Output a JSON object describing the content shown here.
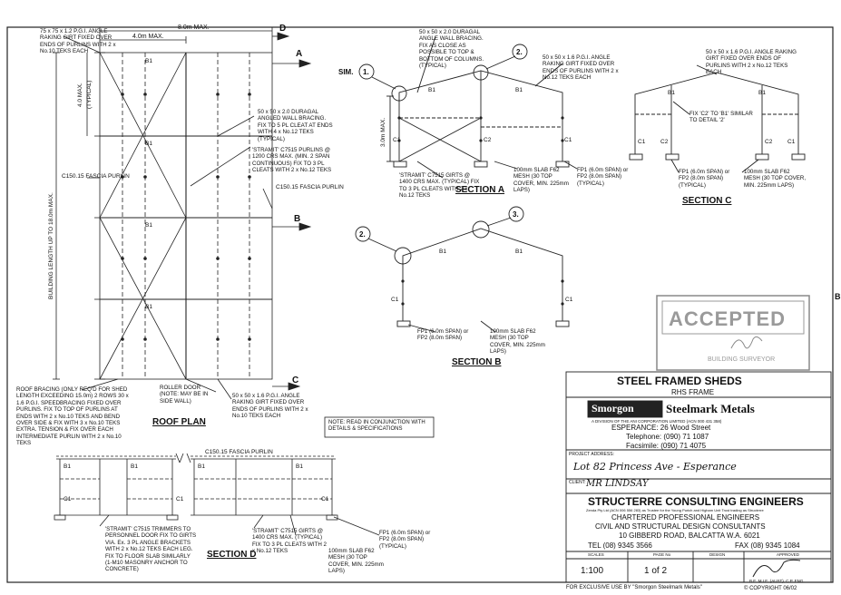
{
  "page_marker": "B",
  "plan": {
    "label": "ROOF PLAN",
    "dim_total": "8.0m MAX.",
    "dim_half": "4.0m MAX.",
    "dim_bay": "4.0 MAX.",
    "dim_bay_sub": "(TYPICAL)",
    "building_length": "BUILDING LENGTH UP TO 18.0m MAX.",
    "top_left_note": "75 x 75 x 1.2 P.G.I. ANGLE RAKING GIRT FIXED OVER ENDS OF PURLINS WITH 2 x No.10 TEKS EACH",
    "fascia_left": "C150.15 FASCIA PURLIN",
    "fascia_right": "C150.15 FASCIA PURLIN",
    "bracing_note": "50 x 50 x 2.0 DURAGAL ANGLED WALL BRACING. FIX TO 5 PL CLEAT AT ENDS WITH 4 x No.12 TEKS (TYPICAL)",
    "purlin_note": "'STRAMIT' C7515 PURLINS @ 1200 CRS MAX. (MIN. 2 SPAN CONTINUOUS) FIX TO 3 PL CLEATS WITH 2 x No.12 TEKS",
    "roof_bracing_note": "ROOF BRACING (ONLY REQ'D FOR SHED LENGTH EXCEEDING 15.0m) 2 ROWS 30 x 1.6 P.G.I. SPEEDBRACING FIXED OVER PURLINS. FIX TO TOP OF PURLINS AT ENDS WITH 2 x No.10 TEKS AND BEND OVER SIDE & FIX WITH 3 x No.10 TEKS EXTRA. TENSION & FIX OVER EACH INTERMEDIATE PURLIN WITH 2 x No.10 TEKS",
    "roller_door": "ROLLER DOOR (NOTE: MAY BE IN SIDE WALL)",
    "raking_note": "50 x 50 x 1.6 P.G.I. ANGLE RAKING GIRT FIXED OVER ENDS OF PURLINS WITH 2 x No.10 TEKS EACH",
    "section_marks": [
      "A",
      "B",
      "C",
      "D"
    ],
    "bay_label": "B1"
  },
  "section_a": {
    "label": "SECTION A",
    "sim": "SIM.",
    "detail_1": "1.",
    "detail_2": "2.",
    "height": "3.0m MAX.",
    "bracing_note": "50 x 50 x 2.0 DURAGAL ANGLE WALL BRACING. FIX AS CLOSE AS POSSIBLE TO TOP & BOTTOM OF COLUMNS. (TYPICAL)",
    "raking_note": "50 x 50 x 1.6 P.G.I. ANGLE RAKING GIRT FIXED OVER ENDS OF PURLINS WITH 2 x No.12 TEKS EACH",
    "girts_note": "'STRAMIT' C7515 GIRTS @ 1400 CRS MAX. (TYPICAL) FIX TO 3 PL CLEATS WITH 2 x No.12 TEKS",
    "slab_note": "100mm SLAB F62 MESH (30 TOP COVER, MIN. 225mm LAPS)",
    "footing_note": "FP1 (6.0m SPAN) or FP2 (8.0m SPAN) (TYPICAL)"
  },
  "section_b": {
    "label": "SECTION B",
    "detail_2": "2.",
    "detail_3": "3.",
    "footing_note": "FP1 (6.0m SPAN) or FP2 (8.0m SPAN)",
    "slab_note": "100mm SLAB F62 MESH (30 TOP COVER, MIN. 225mm LAPS)"
  },
  "section_c": {
    "label": "SECTION C",
    "raking_note": "50 x 50 x 1.6 P.G.I. ANGLE RAKING GIRT FIXED OVER ENDS OF PURLINS WITH 2 x No.12 TEKS EACH",
    "fix_note": "FIX 'C2' TO 'B1' SIMILAR TO DETAIL '2'",
    "footing_note": "FP1 (6.0m SPAN) or FP2 (8.0m SPAN) (TYPICAL)",
    "slab_note": "100mm SLAB F62 MESH (30 TOP COVER, MIN. 225mm LAPS)"
  },
  "section_d": {
    "label": "SECTION D",
    "fascia": "C150.15 FASCIA PURLIN",
    "trimmers_note": "'STRAMIT' C7515 TRIMMERS TO PERSONNEL DOOR FIX TO GIRTS VIA. Ex. 3 PL ANGLE BRACKETS WITH 2 x No.12 TEKS EACH LEG. FIX TO FLOOR SLAB SIMILARLY (1-M10 MASONRY ANCHOR TO CONCRETE)",
    "girts_note": "'STRAMIT' C7515 GIRTS @ 1400 CRS MAX. (TYPICAL) FIX TO 3 PL CLEATS WITH 2 x No.12 TEKS",
    "slab_note": "100mm SLAB F62 MESH (30 TOP COVER, MIN. 225mm LAPS)",
    "footing_note": "FP1 (6.0m SPAN) or FP2 (8.0m SPAN) (TYPICAL)"
  },
  "member_labels": {
    "b1": "B1",
    "c1": "C1",
    "c2": "C2"
  },
  "note_box": "NOTE:   READ IN CONJUNCTION WITH DETAILS & SPECIFICATIONS",
  "stamp": {
    "text": "ACCEPTED",
    "sub": "BUILDING SURVEYOR"
  },
  "title_block": {
    "title": "STEEL FRAMED SHEDS",
    "subtitle": "RHS FRAME",
    "brand_smorgon": "Smorgon",
    "brand_steelmark": "Steelmark Metals",
    "division": "A DIVISION OF THE ANI CORPORATION LIMITED (ACN 000 431 358)",
    "esperance": "ESPERANCE:  26 Wood Street",
    "telephone": "Telephone: (090) 71 1087",
    "facsimile": "Facsimile: (090) 71 4075",
    "project_label": "PROJECT ADDRESS:",
    "project_value": "Lot 82 Princess Ave - Esperance",
    "client_label": "CLIENT:",
    "client_value": "MR LINDSAY",
    "consultant": "STRUCTERRE CONSULTING ENGINEERS",
    "consultant_small": "Zenda Pty Ltd (ACN 006 556 283) as Trustee for the Young Purich and Higham Unit Trust trading as Structerre",
    "chartered": "CHARTERED PROFESSIONAL ENGINEERS",
    "civil": "CIVIL AND STRUCTURAL DESIGN CONSULTANTS",
    "address": "10 GIBBERD ROAD, BALCATTA W.A. 6021",
    "tel": "TEL (08) 9345 3566",
    "fax": "FAX (08) 9345 1084",
    "col_scale": "SCALES",
    "col_page": "PAGE No",
    "col_design": "DESIGN",
    "col_approved": "APPROVED",
    "scale_value": "1:100",
    "page_value": "1 of 2",
    "engineer": "B.E. M.I.E. (AUST), C.P. ENG.",
    "copyright": "© COPYRIGHT 06/02",
    "exclusive": "FOR EXCLUSIVE USE BY \"Smorgon Steelmark Metals\""
  }
}
